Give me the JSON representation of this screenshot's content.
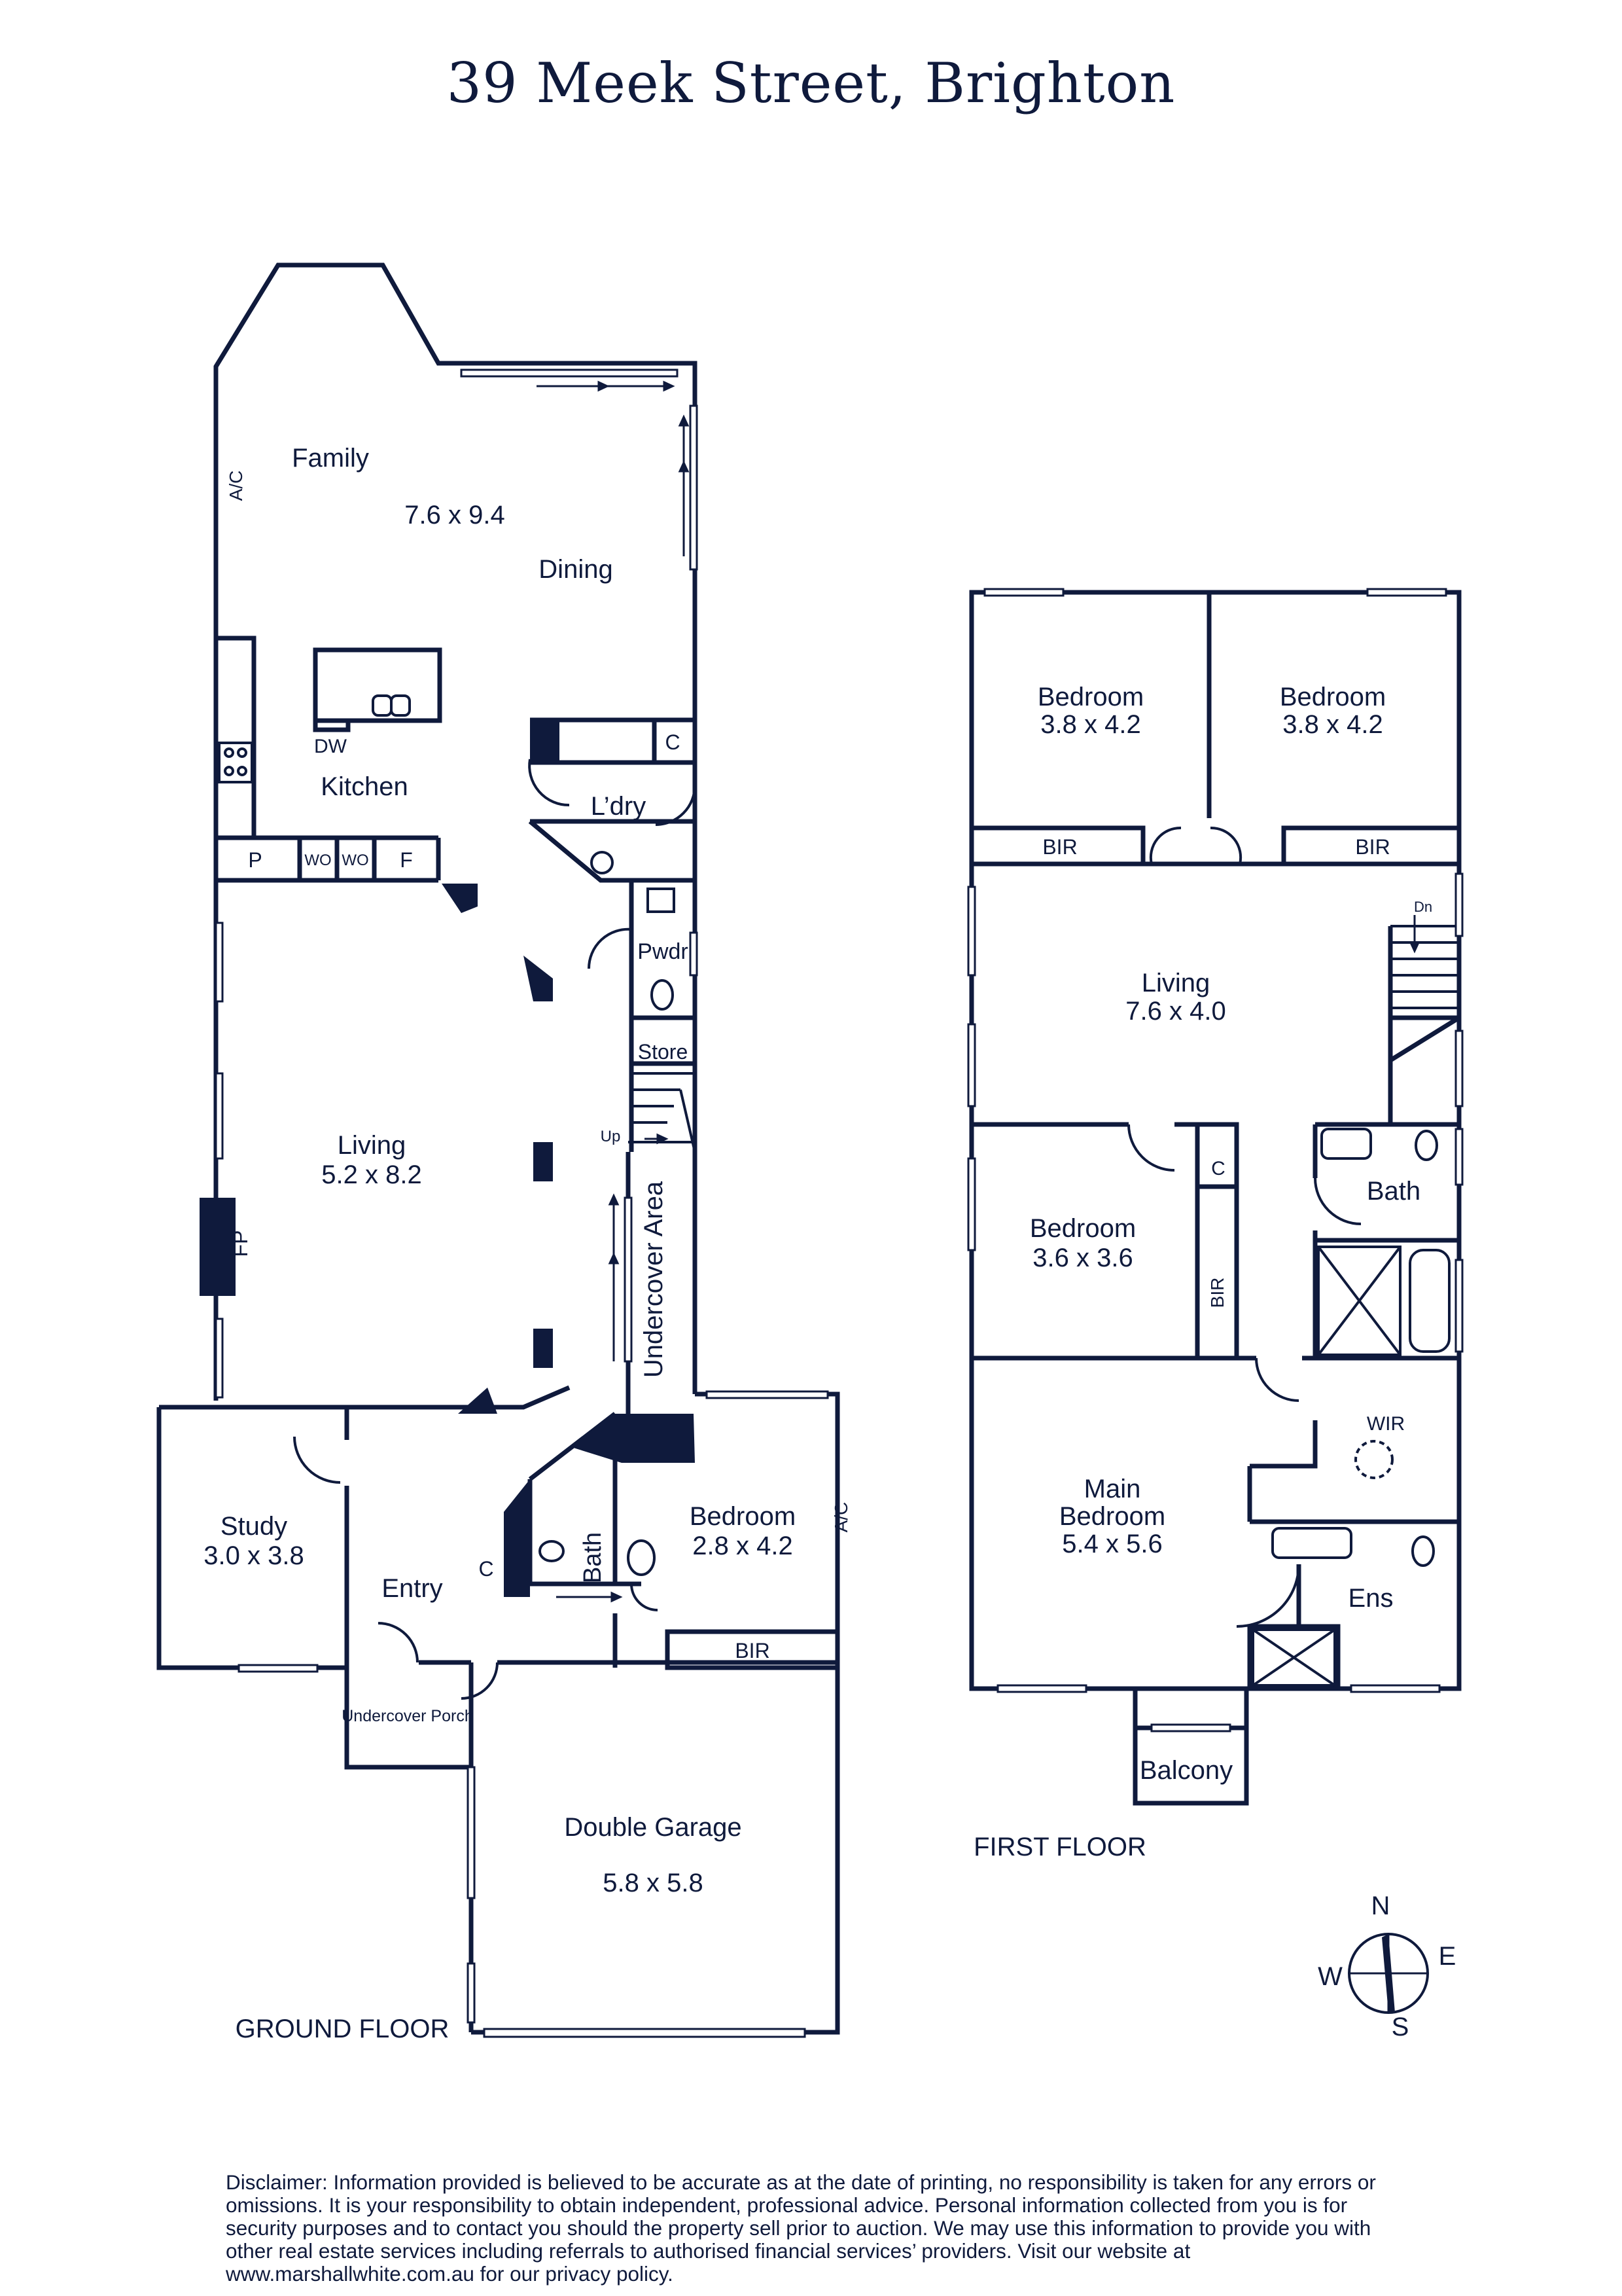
{
  "title": "39 Meek Street, Brighton",
  "ground_floor": {
    "label": "GROUND FLOOR",
    "rooms": {
      "family": "Family",
      "family_dims": "7.6 x 9.4",
      "dining": "Dining",
      "kitchen": "Kitchen",
      "laundry": "L’dry",
      "powder": "Pwdr",
      "store": "Store",
      "living": "Living",
      "living_dims": "5.2 x 8.2",
      "undercover_area": "Undercover Area",
      "study": "Study",
      "study_dims": "3.0 x 3.8",
      "entry": "Entry",
      "bath": "Bath",
      "bedroom": "Bedroom",
      "bedroom_dims": "2.8 x 4.2",
      "bir": "BIR",
      "undercover_porch": "Undercover Porch",
      "garage": "Double Garage",
      "garage_dims": "5.8 x 5.8"
    },
    "fixtures": {
      "ac_family": "A/C",
      "ac_bedroom": "A/C",
      "dw": "DW",
      "p": "P",
      "wo1": "WO",
      "wo2": "WO",
      "f": "F",
      "c_laundry": "C",
      "c_bath": "C",
      "fp": "FP",
      "up": "Up"
    }
  },
  "first_floor": {
    "label": "FIRST FLOOR",
    "rooms": {
      "bedroom1": "Bedroom",
      "bedroom1_dims": "3.8 x 4.2",
      "bedroom2": "Bedroom",
      "bedroom2_dims": "3.8 x 4.2",
      "bir1": "BIR",
      "bir2": "BIR",
      "living": "Living",
      "living_dims": "7.6 x 4.0",
      "bedroom3": "Bedroom",
      "bedroom3_dims": "3.6 x 3.6",
      "bir3": "BIR",
      "bath": "Bath",
      "wir": "WIR",
      "main_bedroom": "Main Bedroom",
      "main_bedroom_dims": "5.4 x 5.6",
      "ens": "Ens",
      "balcony": "Balcony"
    },
    "fixtures": {
      "c": "C",
      "dn": "Dn"
    }
  },
  "compass": {
    "n": "N",
    "e": "E",
    "s": "S",
    "w": "W"
  },
  "disclaimer": "Disclaimer: Information provided is believed to be accurate as at the date of printing, no responsibility is taken for any errors or omissions. It is your responsibility to obtain independent, professional advice. Personal information collected from you is for security purposes and to contact you should the property sell prior to auction. We may use this information to provide you with other real estate services including referrals to authorised financial services’ providers. Visit our website at www.marshallwhite.com.au for our privacy policy.",
  "colors": {
    "wall": "#0f1a3c",
    "background": "#ffffff"
  }
}
